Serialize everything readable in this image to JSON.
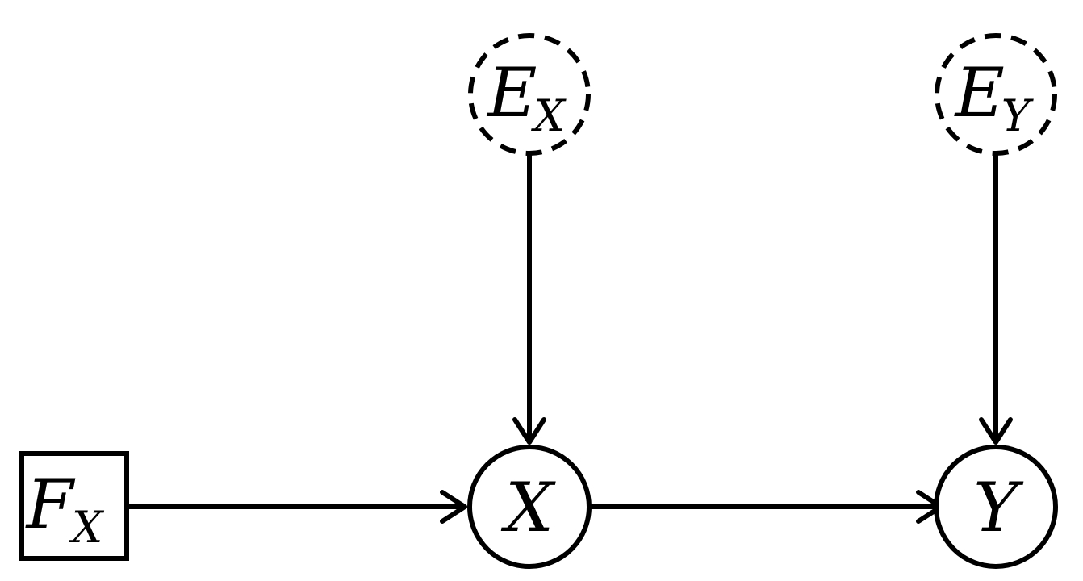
{
  "diagram": {
    "nodes": {
      "fx": {
        "main": "F",
        "sub": "X",
        "shape": "square",
        "style": "solid"
      },
      "ex": {
        "main": "E",
        "sub": "X",
        "shape": "circle",
        "style": "dashed"
      },
      "ey": {
        "main": "E",
        "sub": "Y",
        "shape": "circle",
        "style": "dashed"
      },
      "x": {
        "main": "X",
        "shape": "circle",
        "style": "solid"
      },
      "y": {
        "main": "Y",
        "shape": "circle",
        "style": "solid"
      }
    },
    "edges": [
      {
        "from": "fx",
        "to": "x"
      },
      {
        "from": "x",
        "to": "y"
      },
      {
        "from": "ex",
        "to": "x"
      },
      {
        "from": "ey",
        "to": "y"
      }
    ],
    "colors": {
      "stroke": "#000000",
      "background": "#ffffff"
    }
  }
}
